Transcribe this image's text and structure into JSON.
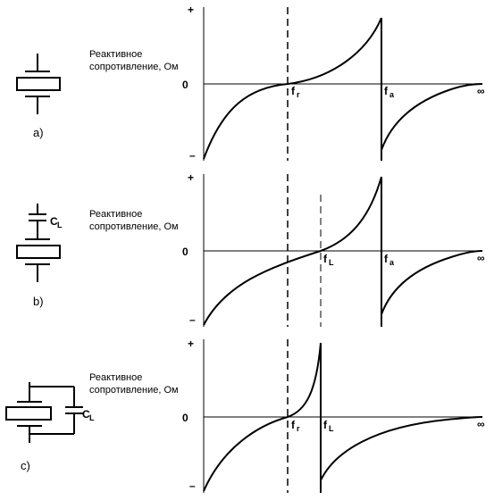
{
  "panels": [
    {
      "caption": "a)",
      "ylabel_line1": "Реактивное",
      "ylabel_line2": "сопротивление, Ом",
      "plus": "+",
      "zero": "0",
      "minus": "–",
      "infinity": "∞",
      "marker1": {
        "sym": "f",
        "sub": "r"
      },
      "marker2": {
        "sym": "f",
        "sub": "a"
      },
      "capacitor_label": null
    },
    {
      "caption": "b)",
      "ylabel_line1": "Реактивное",
      "ylabel_line2": "сопротивление, Ом",
      "plus": "+",
      "zero": "0",
      "minus": "–",
      "infinity": "∞",
      "marker1": {
        "sym": "f",
        "sub": "L"
      },
      "marker2": {
        "sym": "f",
        "sub": "a"
      },
      "capacitor_label": {
        "sym": "C",
        "sub": "L"
      }
    },
    {
      "caption": "c)",
      "ylabel_line1": "Реактивное",
      "ylabel_line2": "сопротивление, Ом",
      "plus": "+",
      "zero": "0",
      "minus": "–",
      "infinity": "∞",
      "marker1": {
        "sym": "f",
        "sub": "r"
      },
      "marker2": {
        "sym": "f",
        "sub": "L"
      },
      "capacitor_label": {
        "sym": "C",
        "sub": "L"
      }
    }
  ]
}
